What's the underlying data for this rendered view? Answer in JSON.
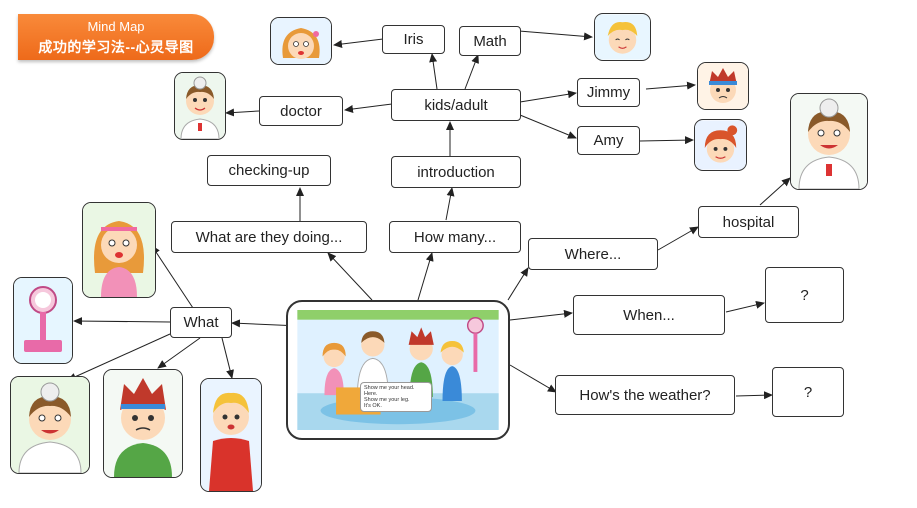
{
  "banner": {
    "title": "Mind Map",
    "subtitle": "成功的学习法--心灵导图",
    "color": "#f07a2a"
  },
  "nodes": {
    "iris": "Iris",
    "math": "Math",
    "kids_adult": "kids/adult",
    "jimmy": "Jimmy",
    "amy": "Amy",
    "doctor": "doctor",
    "checking_up": "checking-up",
    "introduction": "introduction",
    "what_doing": "What are they doing...",
    "how_many": "How many...",
    "where": "Where...",
    "hospital": "hospital",
    "what": "What",
    "when": "When...",
    "when_answer": "?",
    "weather": "How's the weather?",
    "weather_answer": "?"
  },
  "center_dialog": [
    "Show me your head.",
    "Here.",
    "Show me your leg.",
    "It's OK."
  ],
  "icons": [
    "girl-iris-icon",
    "boy-blonde-icon",
    "doctor-icon",
    "boy-jimmy-icon",
    "girl-amy-icon",
    "scale-icon",
    "boy-sick-icon"
  ]
}
